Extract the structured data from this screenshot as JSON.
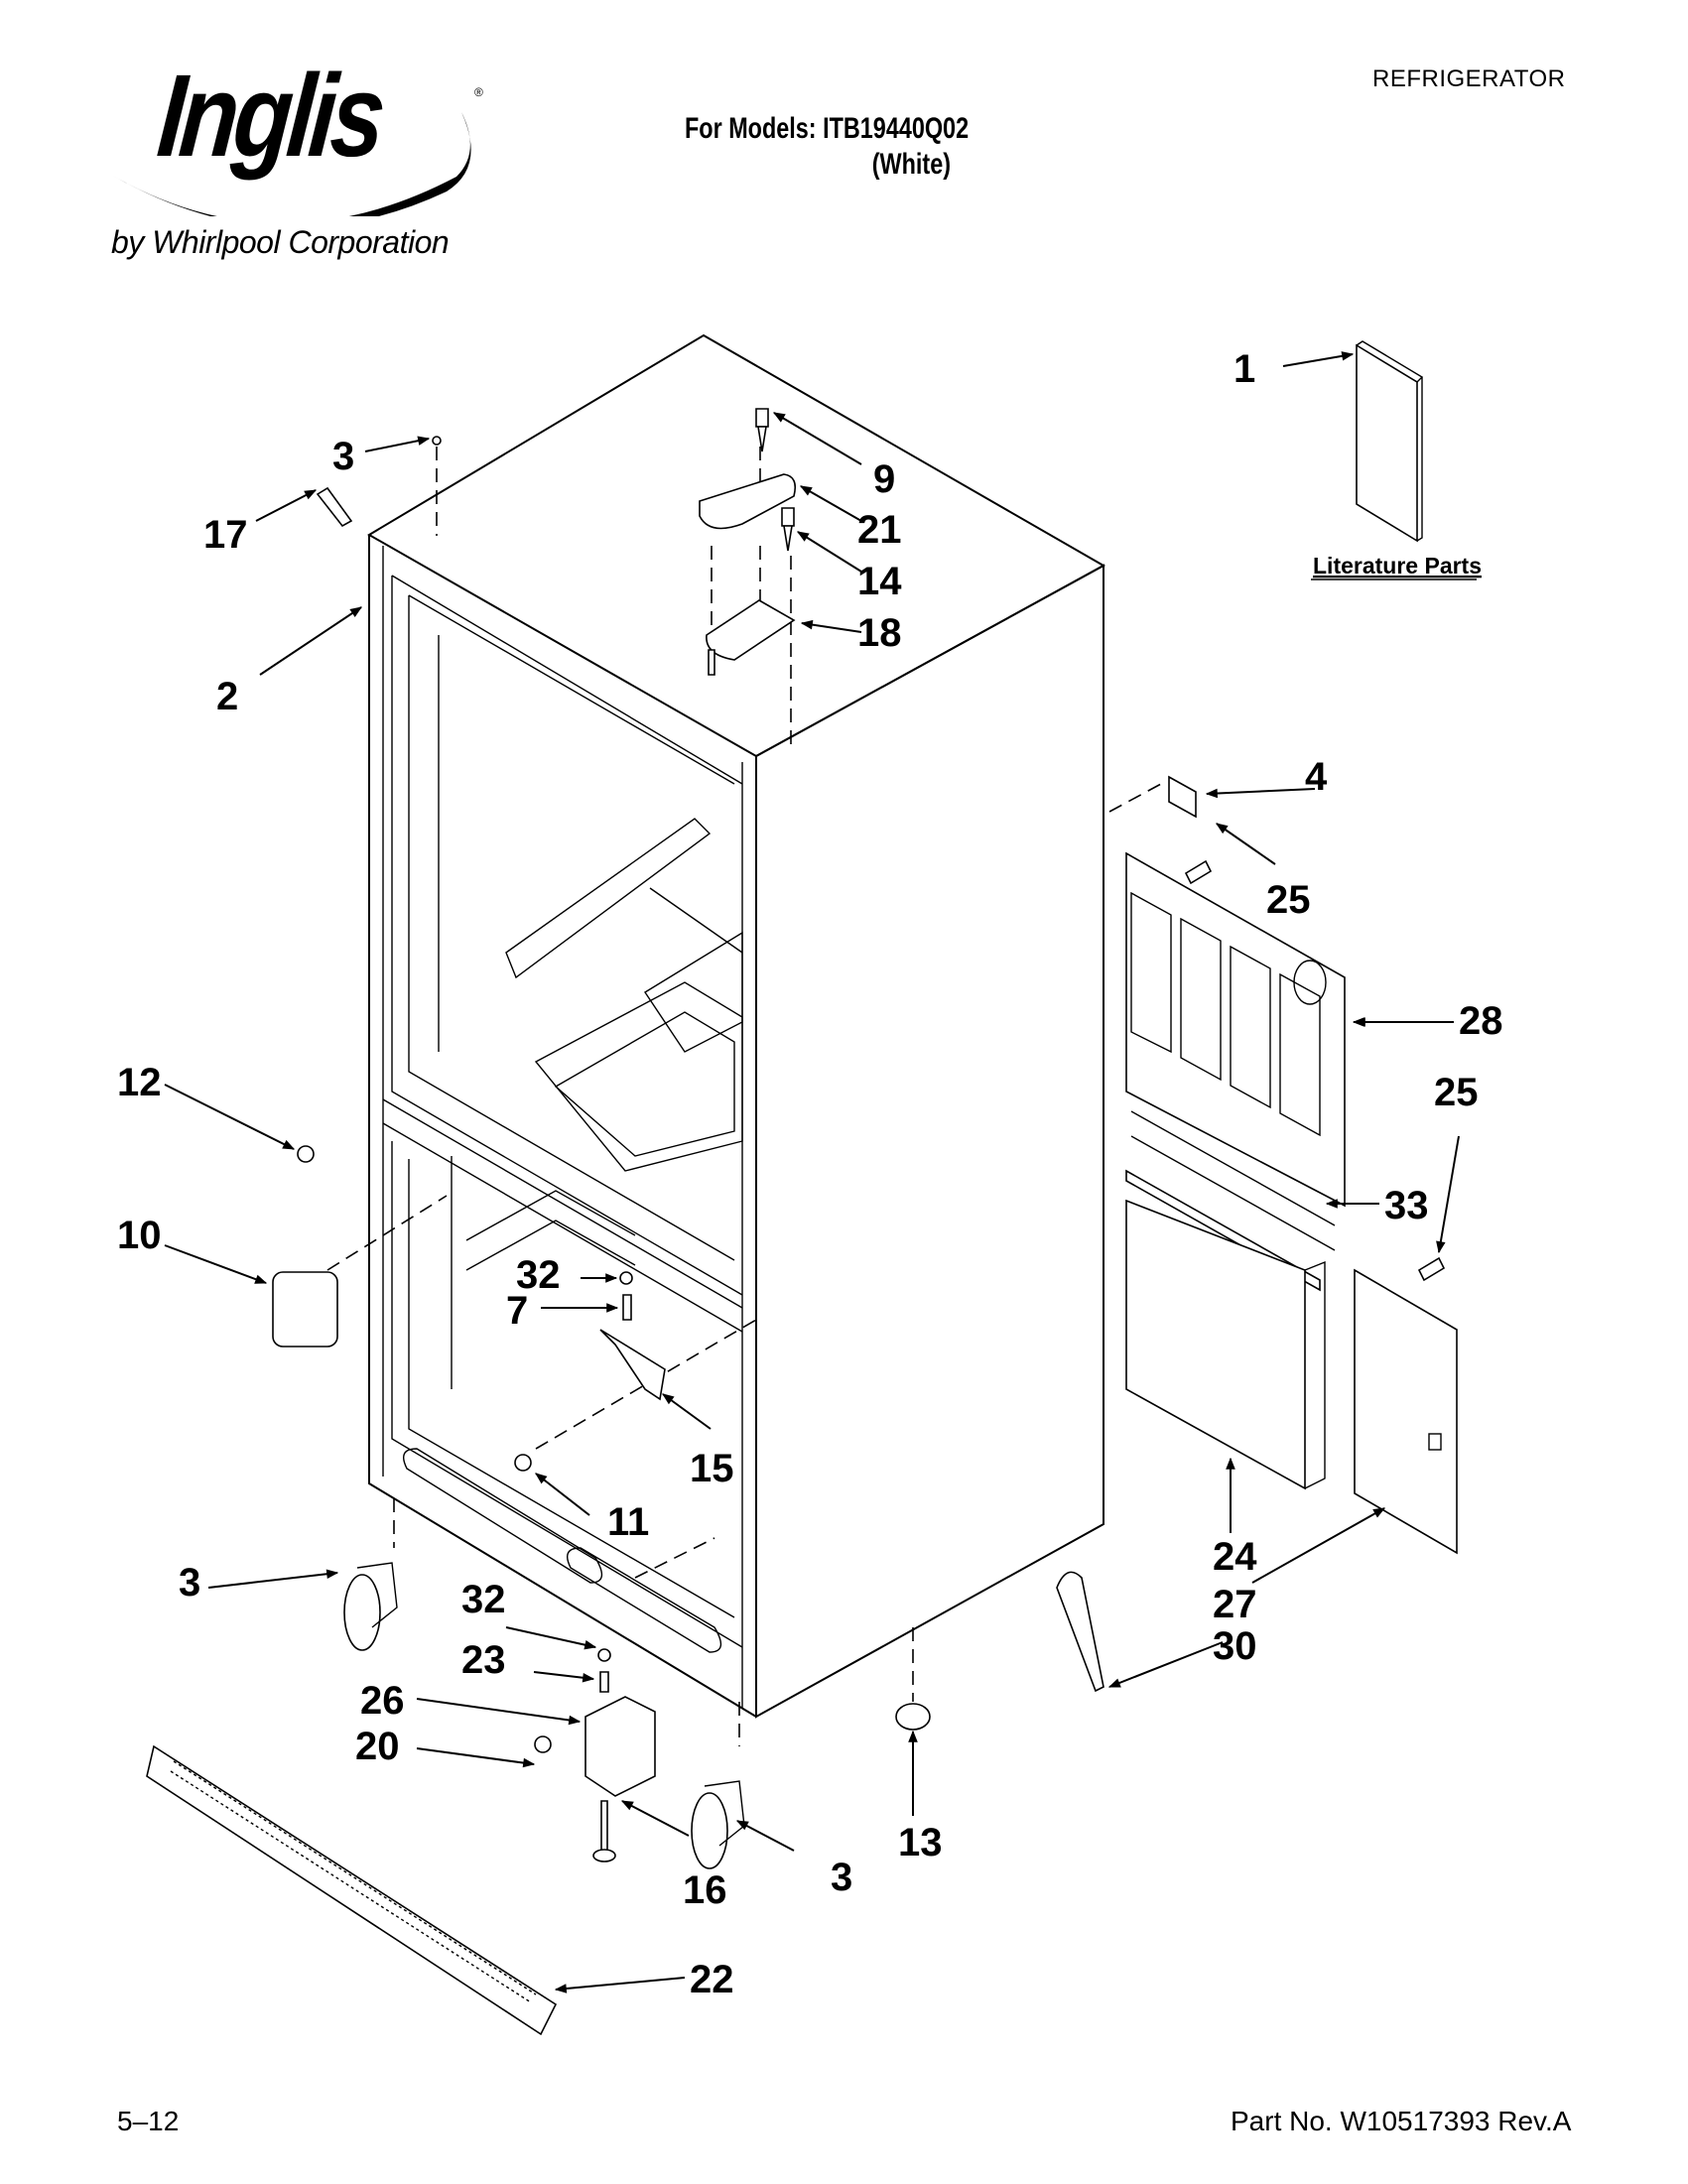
{
  "header": {
    "brand_name": "Inglis",
    "brand_registered": "®",
    "brand_byline": "by Whirlpool Corporation",
    "document_type": "REFRIGERATOR",
    "models_label": "For Models: ITB19440Q02",
    "model_variant": "(White)"
  },
  "diagram": {
    "literature_caption": "Literature Parts",
    "callouts": {
      "literature": "1",
      "cabinet": "2",
      "top_screw": "3",
      "nameplate": "4",
      "stud": "7",
      "hinge_screw_top": "9",
      "badge": "10",
      "hinge_screw_bottom": "11",
      "screw_side": "12",
      "leveling_foot": "13",
      "hinge_screw_small": "14",
      "bottom_hinge": "15",
      "leveling_screw": "16",
      "cap_17": "17",
      "top_hinge": "18",
      "bracket_screw": "20",
      "hinge_cover": "21",
      "toe_grille": "22",
      "pin": "23",
      "insulation": "24",
      "rear_screw_upper": "25",
      "rear_screw_lower": "25",
      "bracket": "26",
      "access_panel": "27",
      "compressor_panel": "28",
      "power_cord": "30",
      "washer_upper": "32",
      "washer_lower": "32",
      "seal_strip": "33",
      "roller_left": "3",
      "roller_right": "3"
    }
  },
  "footer": {
    "date_code": "5–12",
    "part_number": "Part No. W10517393 Rev.A"
  }
}
